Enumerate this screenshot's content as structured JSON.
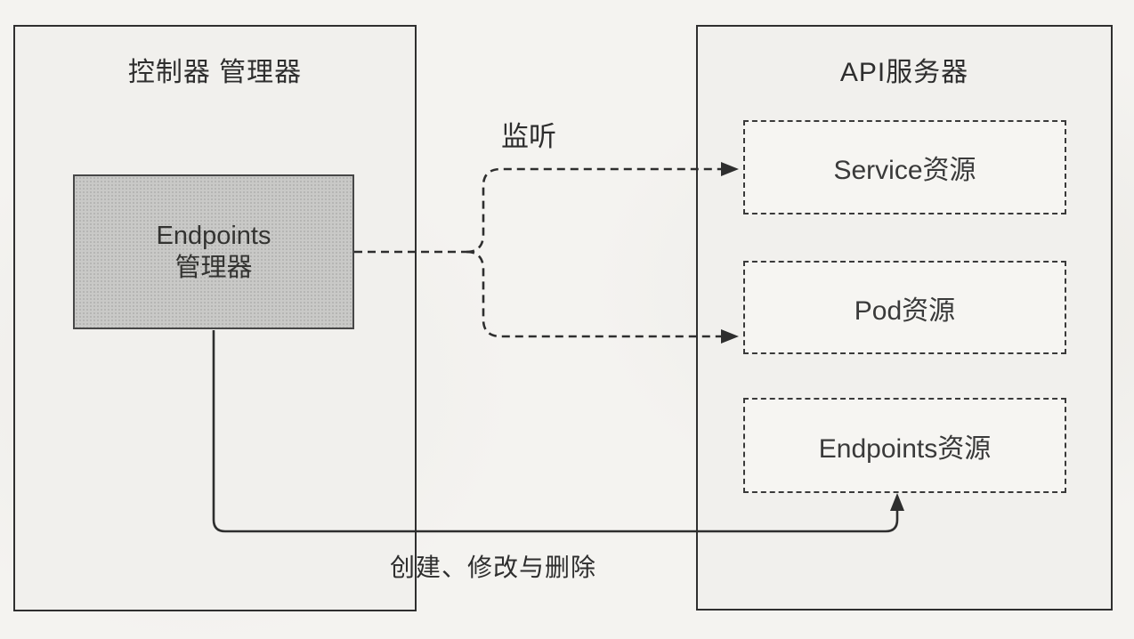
{
  "colors": {
    "page_bg": "#f4f3f0",
    "panel_bg": "#f1f0ed",
    "panel_border": "#2f2f2f",
    "node_bg": "#c9c9c7",
    "node_border": "#474747",
    "resource_bg": "#f6f5f2",
    "dashed_border": "#3a3a3a",
    "line": "#2e2e2e",
    "text": "#2e2e2e"
  },
  "left_panel": {
    "title": "控制器 管理器",
    "node": {
      "line1": "Endpoints",
      "line2": "管理器"
    }
  },
  "right_panel": {
    "title": "API服务器",
    "resources": [
      {
        "label": "Service资源"
      },
      {
        "label": "Pod资源"
      },
      {
        "label": "Endpoints资源"
      }
    ]
  },
  "edges": {
    "watch_label": "监听",
    "crud_label": "创建、修改与删除"
  }
}
